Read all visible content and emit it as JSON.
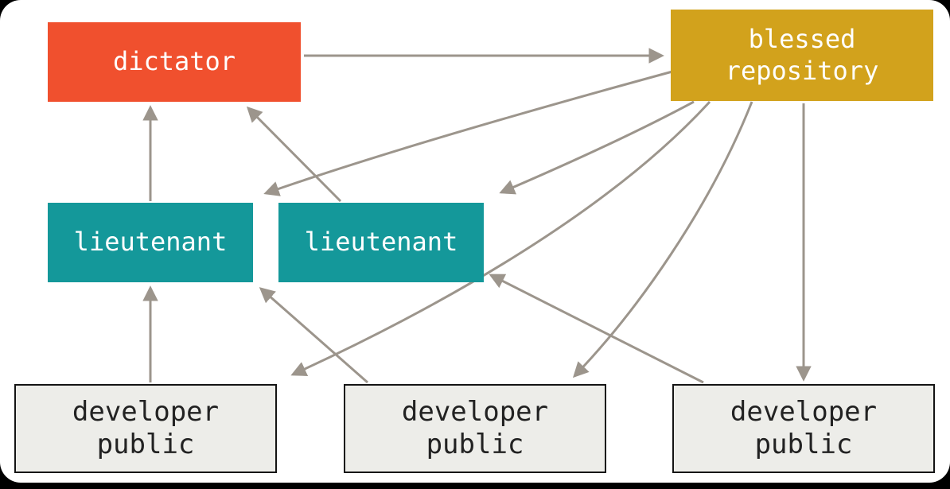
{
  "diagram": {
    "name": "dictator-and-lieutenants-workflow",
    "colors": {
      "dictator_box": "#F0502E",
      "blessed_box": "#D2A21C",
      "lieutenant_box": "#14989A",
      "developer_box_fill": "#EDEDE9",
      "developer_box_border": "#141414",
      "box_text": "#FFFFFF",
      "developer_text": "#222222",
      "arrow": "#9C958C",
      "background": "#FFFFFF"
    },
    "nodes": {
      "dictator": {
        "label": "dictator"
      },
      "blessed_repository": {
        "label": "blessed\nrepository"
      },
      "lieutenant_1": {
        "label": "lieutenant"
      },
      "lieutenant_2": {
        "label": "lieutenant"
      },
      "developer_public_1": {
        "label": "developer\npublic"
      },
      "developer_public_2": {
        "label": "developer\npublic"
      },
      "developer_public_3": {
        "label": "developer\npublic"
      }
    },
    "edges": [
      {
        "from": "dictator",
        "to": "blessed_repository"
      },
      {
        "from": "lieutenant_1",
        "to": "dictator"
      },
      {
        "from": "lieutenant_2",
        "to": "dictator"
      },
      {
        "from": "blessed_repository",
        "to": "lieutenant_1"
      },
      {
        "from": "blessed_repository",
        "to": "lieutenant_2"
      },
      {
        "from": "blessed_repository",
        "to": "developer_public_1"
      },
      {
        "from": "blessed_repository",
        "to": "developer_public_2"
      },
      {
        "from": "blessed_repository",
        "to": "developer_public_3"
      },
      {
        "from": "developer_public_1",
        "to": "lieutenant_1"
      },
      {
        "from": "developer_public_2",
        "to": "lieutenant_1"
      },
      {
        "from": "developer_public_3",
        "to": "lieutenant_2"
      }
    ]
  }
}
